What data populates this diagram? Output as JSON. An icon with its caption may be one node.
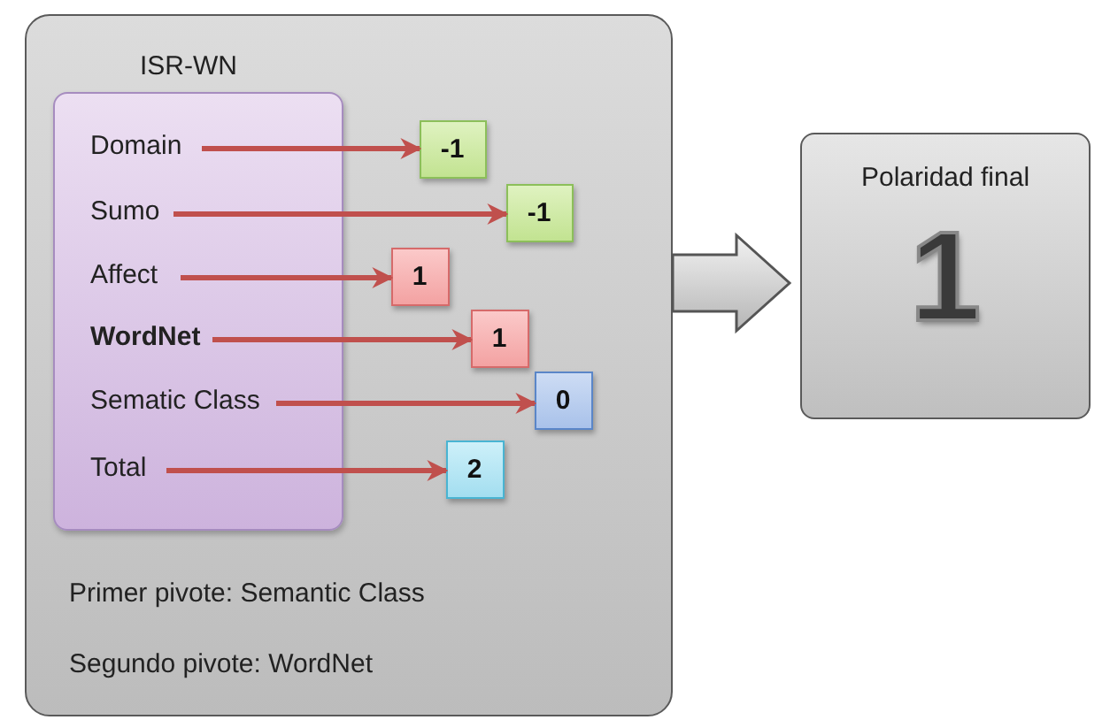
{
  "diagram": {
    "nodes": [
      {
        "text": [
          "ISR-WN",
          "Primer pivote: Semantic Class",
          "Segundo pivote: WordNet"
        ]
      },
      {
        "text": [],
        "shape": "box",
        "in": 0
      },
      {
        "text": [
          "Domain"
        ],
        "in": 1
      },
      {
        "text": [
          "Sumo"
        ],
        "in": 1
      },
      {
        "text": [
          "Affect"
        ],
        "in": 1
      },
      {
        "text": [
          "WordNet"
        ],
        "in": 1
      },
      {
        "text": [
          "Sematic Class"
        ],
        "in": 1
      },
      {
        "text": [
          "Total"
        ],
        "in": 1
      },
      {
        "text": [
          "-1"
        ],
        "in": 0
      },
      {
        "text": [
          "-1"
        ],
        "in": 0
      },
      {
        "text": [
          "1"
        ],
        "in": 0
      },
      {
        "text": [
          "1"
        ],
        "in": 0
      },
      {
        "text": [
          "0"
        ],
        "in": 0
      },
      {
        "text": [
          "2"
        ],
        "in": 0
      },
      {
        "text": [
          "Polaridad final",
          "1"
        ]
      }
    ],
    "edges": [
      {
        "from": 2,
        "to": 8,
        "arrow": "to"
      },
      {
        "from": 3,
        "to": 9,
        "arrow": "to"
      },
      {
        "from": 4,
        "to": 10,
        "arrow": "to"
      },
      {
        "from": 5,
        "to": 11,
        "arrow": "to"
      },
      {
        "from": 6,
        "to": 12,
        "arrow": "to"
      },
      {
        "from": 7,
        "to": 13,
        "arrow": "to"
      },
      {
        "from": 0,
        "to": 14,
        "arrow": "to",
        "style": "thick"
      }
    ]
  }
}
